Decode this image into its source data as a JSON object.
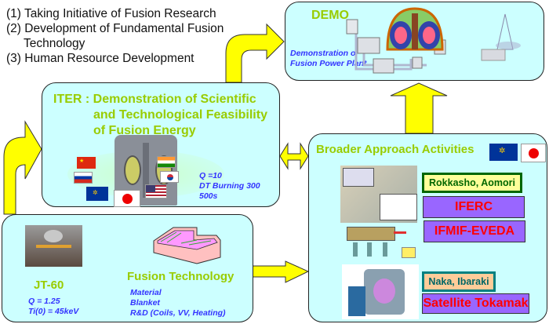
{
  "goals": [
    "(1) Taking Initiative of Fusion Research",
    "(2) Development of Fundamental Fusion",
    "Technology",
    "(3) Human Resource Development"
  ],
  "demo": {
    "title": "DEMO",
    "subtitle_line1": "Demonstration of",
    "subtitle_line2": "Fusion Power Plant",
    "image": "demo-power-plant-illustration"
  },
  "iter": {
    "title_line1": "ITER : Demonstration of Scientific",
    "title_line2": "and Technological Feasibility",
    "title_line3": "of Fusion Energy",
    "specs": [
      "Q =10",
      "DT Burning 300",
      "500s"
    ],
    "flags": [
      "China",
      "Russia",
      "EU",
      "Japan",
      "India",
      "Korea",
      "USA"
    ],
    "image": "iter-tokamak-cutaway"
  },
  "jt60": {
    "title": "JT-60",
    "specs": [
      "Q = 1.25",
      "Ti(0) = 45keV"
    ],
    "image": "jt60-photo"
  },
  "fusion_tech": {
    "title": "Fusion Technology",
    "items": [
      "Material",
      "Blanket",
      "R&D (Coils, VV, Heating)"
    ],
    "image": "blanket-module-illustration"
  },
  "broader_approach": {
    "title": "Broader Approach Activities",
    "flags": [
      "EU",
      "Japan"
    ],
    "location1": "Rokkasho, Aomori",
    "project1": "IFERC",
    "project2": "IFMIF-EVEDA",
    "location2": "Naka, Ibaraki",
    "project3": "Satellite Tokamak"
  },
  "colors": {
    "box_fill": "#ccffff",
    "arrow_fill": "#ffff00",
    "title_green": "#99cc00",
    "spec_blue": "#3333ff",
    "label_purple": "#9966ff",
    "label_red": "#ff0000"
  }
}
